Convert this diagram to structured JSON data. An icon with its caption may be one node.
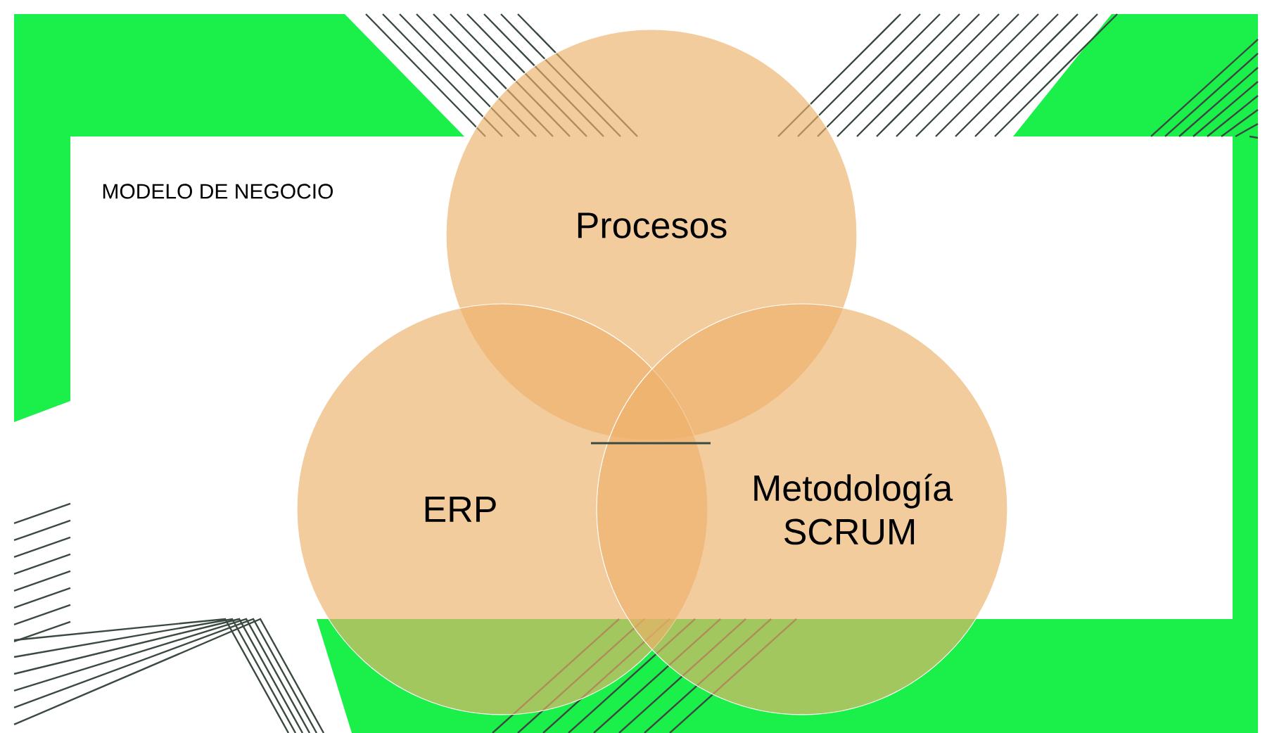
{
  "diagram": {
    "nodes": [
      {
        "text": [
          "Procesos"
        ]
      },
      {
        "text": [
          "ERP"
        ]
      },
      {
        "text": [
          "Metodología SCRUM"
        ]
      }
    ],
    "labels": [
      "MODELO DE NEGOCIO"
    ]
  }
}
